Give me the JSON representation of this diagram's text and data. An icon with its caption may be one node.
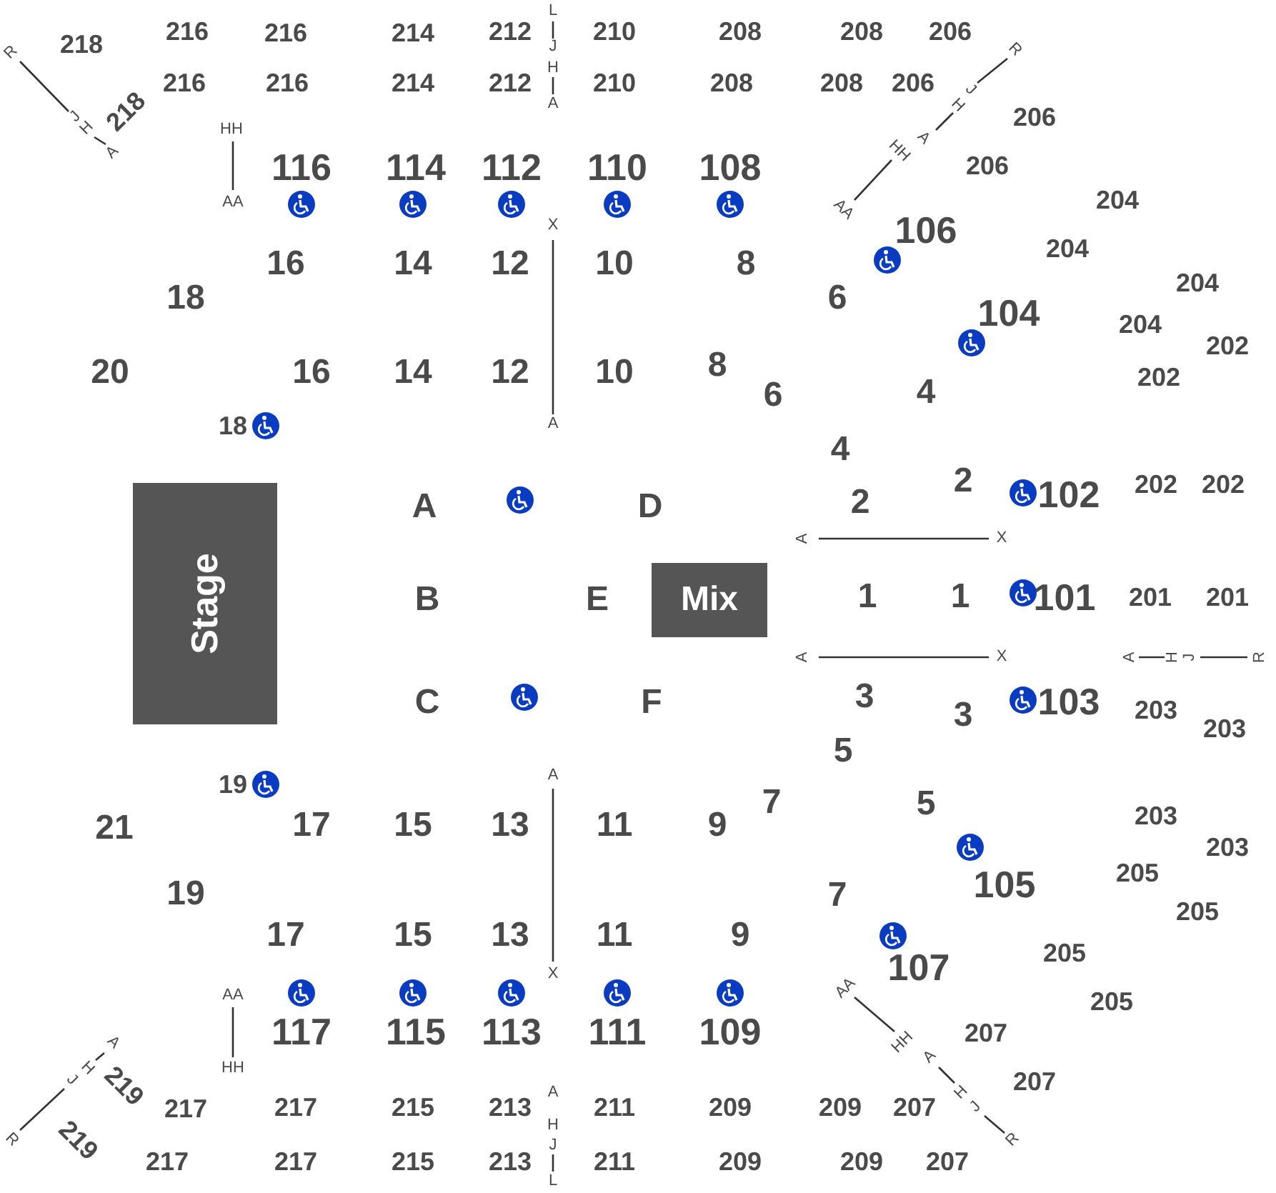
{
  "diagram": {
    "nodes": [
      {
        "text": [
          "Stage"
        ]
      },
      {
        "text": [
          "Mix"
        ]
      }
    ],
    "labels": [
      "L",
      "216",
      "216",
      "214",
      "212",
      "210",
      "208",
      "208",
      "206",
      "R",
      "218",
      "J",
      "R",
      "H",
      "216",
      "216",
      "214",
      "212",
      "210",
      "208",
      "208",
      "206",
      "A",
      "H",
      "J",
      "J",
      "218",
      "206",
      "H",
      "HH",
      "HH",
      "A",
      "A",
      "116",
      "114",
      "112",
      "110",
      "108",
      "206",
      "AA",
      "AA",
      "204",
      "X",
      "106",
      "204",
      "16",
      "14",
      "12",
      "10",
      "8",
      "204",
      "18",
      "6",
      "104",
      "204",
      "202",
      "20",
      "16",
      "14",
      "12",
      "10",
      "8",
      "202",
      "6",
      "4",
      "A",
      "18",
      "4",
      "A",
      "D",
      "2",
      "2",
      "102",
      "202",
      "202",
      "A",
      "X",
      "B",
      "E",
      "1",
      "1",
      "101",
      "201",
      "201",
      "A",
      "X",
      "A",
      "H",
      "J",
      "R",
      "C",
      "F",
      "3",
      "3",
      "103",
      "203",
      "203",
      "5",
      "19",
      "A",
      "21",
      "17",
      "15",
      "13",
      "11",
      "9",
      "7",
      "5",
      "203",
      "203",
      "19",
      "7",
      "105",
      "205",
      "205",
      "17",
      "15",
      "13",
      "11",
      "9",
      "107",
      "205",
      "AA",
      "X",
      "AA",
      "205",
      "A",
      "117",
      "115",
      "113",
      "111",
      "109",
      "HH",
      "207",
      "H",
      "HH",
      "A",
      "J",
      "219",
      "A",
      "H",
      "207",
      "217",
      "217",
      "215",
      "213",
      "211",
      "209",
      "209",
      "207",
      "J",
      "R",
      "219",
      "H",
      "J",
      "R",
      "217",
      "217",
      "215",
      "213",
      "211",
      "209",
      "209",
      "207",
      "L"
    ]
  }
}
